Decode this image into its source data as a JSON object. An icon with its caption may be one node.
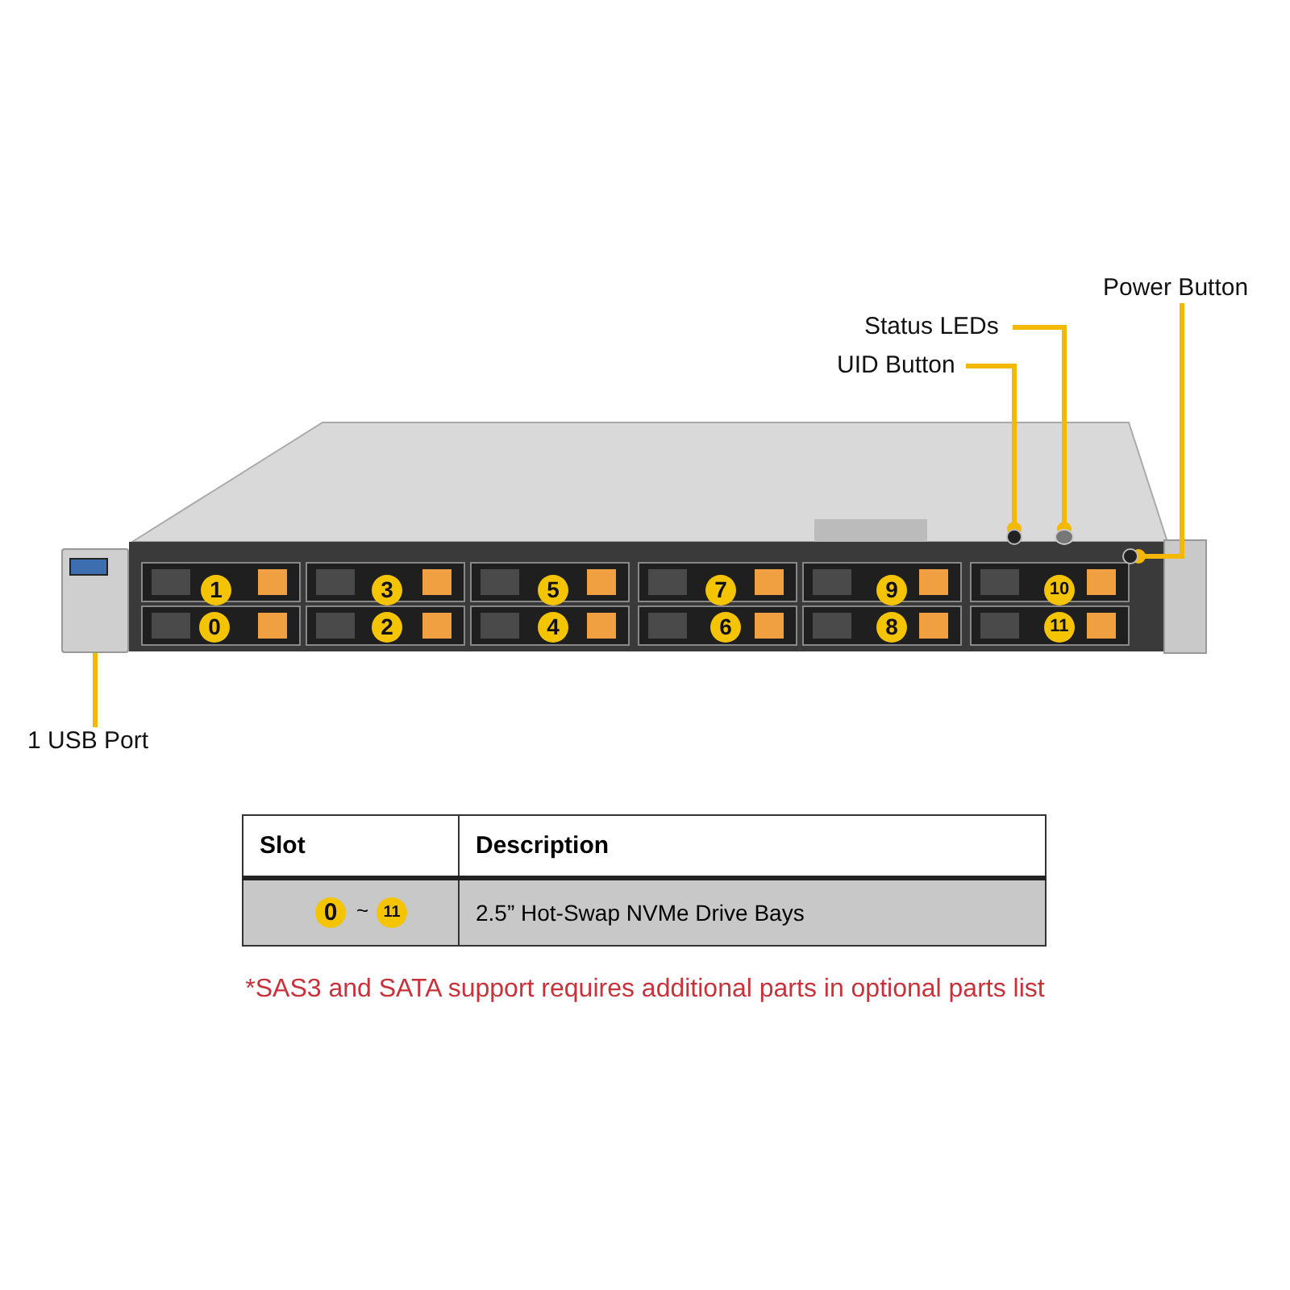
{
  "diagram": {
    "nodes": [
      {
        "text": [
          "Power Button"
        ]
      },
      {
        "text": [
          "Status LEDs"
        ]
      },
      {
        "text": [
          "UID Button"
        ]
      },
      {
        "text": [
          "1 USB Port"
        ]
      },
      {
        "text": [],
        "shape": "circle"
      },
      {
        "text": [],
        "shape": "circle"
      },
      {
        "text": [],
        "shape": "circle"
      },
      {
        "text": [],
        "shape": "box"
      }
    ],
    "edges": [
      {
        "from": 0,
        "to": 4,
        "arrow": "other"
      },
      {
        "from": 1,
        "to": 5,
        "arrow": "other"
      },
      {
        "from": 2,
        "to": 6,
        "arrow": "other"
      },
      {
        "from": 3,
        "to": 7,
        "arrow": "none"
      }
    ],
    "labels": [
      "1",
      "3",
      "5",
      "7",
      "9",
      "10",
      "0",
      "2",
      "4",
      "6",
      "8",
      "11",
      "Slot",
      "Description",
      "0",
      "~",
      "11",
      "2.5” Hot-Swap NVMe Drive Bays",
      "*SAS3 and SATA support requires additional parts in optional parts list"
    ]
  }
}
